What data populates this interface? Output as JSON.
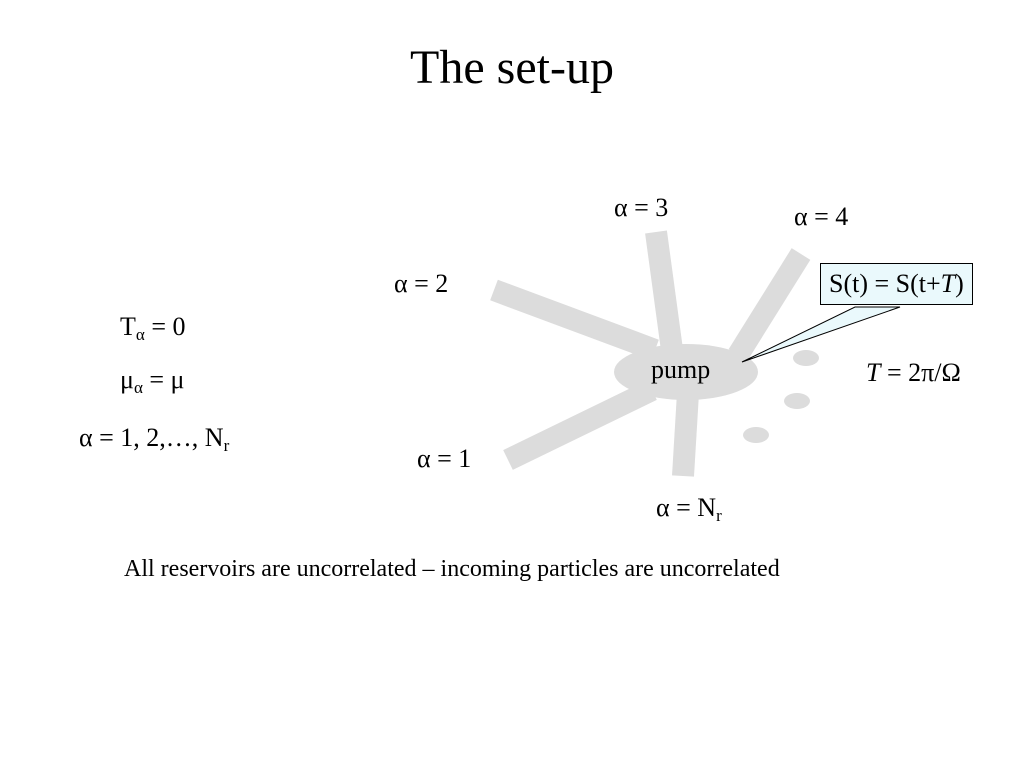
{
  "title": "The set-up",
  "left_equations": {
    "temperature": {
      "symbol": "T",
      "subscript": "α",
      "rhs": " = 0"
    },
    "chemical_potential": {
      "symbol": "μ",
      "subscript": "α",
      "rhs": " = μ"
    },
    "index_range": {
      "text": "α = 1, 2,…, N",
      "subscript": "r"
    }
  },
  "reservoir_labels": {
    "alpha1": "α = 1",
    "alpha2": "α = 2",
    "alpha3": "α = 3",
    "alpha4": "α = 4",
    "alphaN": {
      "text": "α = N",
      "subscript": "r"
    }
  },
  "pump_label": "pump",
  "callout": {
    "prefix": "S(t) = S(t+",
    "italic": "T",
    "suffix": ")"
  },
  "period": {
    "italic": "T",
    "rest": " = 2π/Ω"
  },
  "footer": "All reservoirs are uncorrelated – incoming particles are uncorrelated",
  "colors": {
    "lead_gray": "#dcdcdc",
    "callout_fill": "#eaf9fc",
    "text": "#000000"
  }
}
